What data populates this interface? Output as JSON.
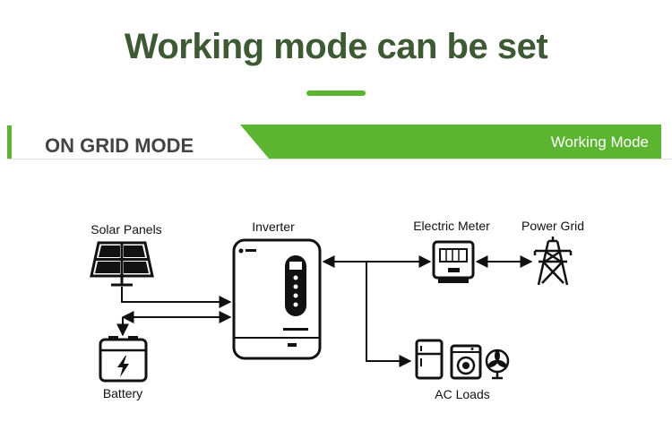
{
  "header": {
    "title": "Working mode can be set",
    "mode_title": "ON GRID MODE",
    "banner_label": "Working Mode"
  },
  "diagram": {
    "nodes": {
      "solar": "Solar Panels",
      "inverter": "Inverter",
      "meter": "Electric Meter",
      "grid": "Power Grid",
      "battery": "Battery",
      "loads": "AC Loads"
    }
  },
  "colors": {
    "accent": "#5cb531",
    "title": "#3e5a35",
    "line": "#111111"
  }
}
